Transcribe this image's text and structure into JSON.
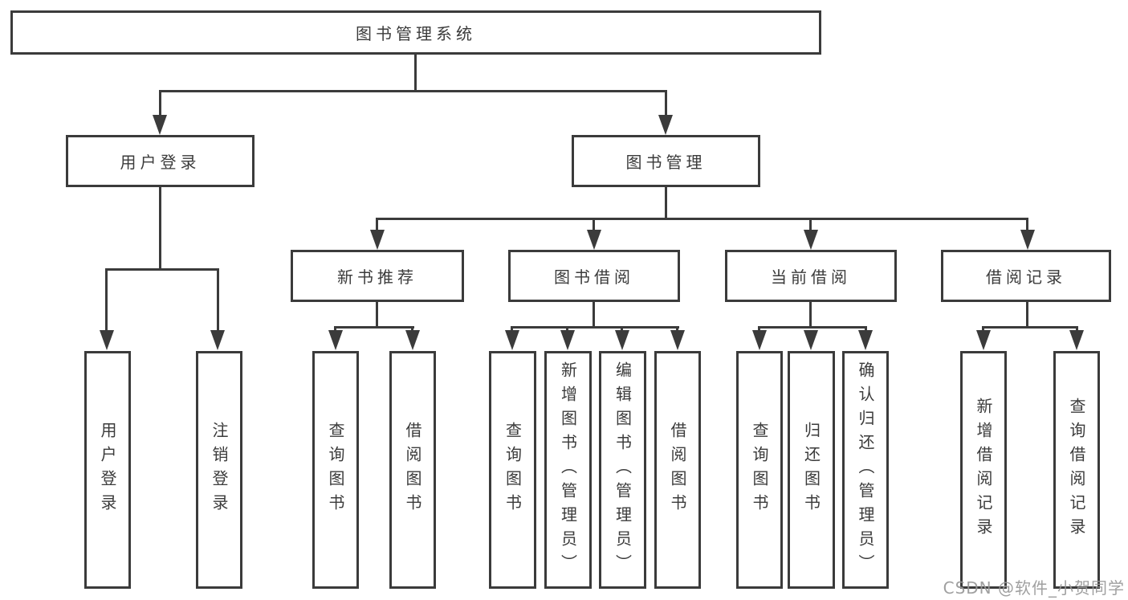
{
  "diagram": {
    "root": "图书管理系统",
    "level2": [
      "用户登录",
      "图书管理"
    ],
    "level3": [
      "新书推荐",
      "图书借阅",
      "当前借阅",
      "借阅记录"
    ],
    "leaves": {
      "login": [
        "用户登录",
        "注销登录"
      ],
      "recommend": [
        "查询图书",
        "借阅图书"
      ],
      "borrow": [
        "查询图书",
        "新增图书（管理员）",
        "编辑图书（管理员）",
        "借阅图书"
      ],
      "current": [
        "查询图书",
        "归还图书",
        "确认归还（管理员）"
      ],
      "records": [
        "新增借阅记录",
        "查询借阅记录"
      ]
    }
  },
  "watermark": "CSDN @软件_小贺同学",
  "colors": {
    "line": "#3b3b3b",
    "text": "#3b3b3b",
    "background": "#ffffff",
    "watermark": "#989898"
  }
}
